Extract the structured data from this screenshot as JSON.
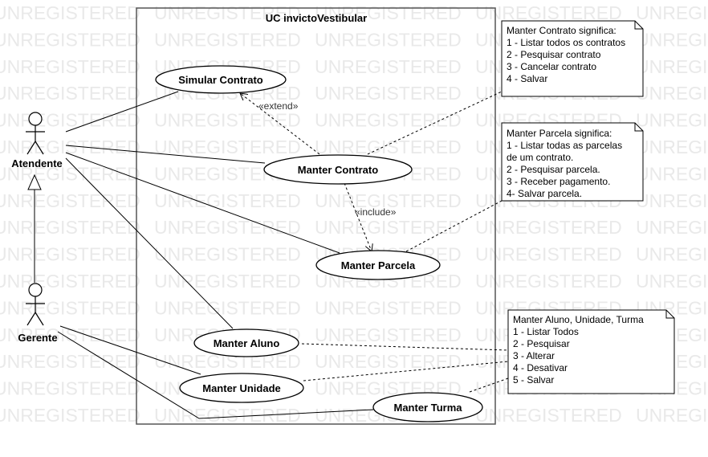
{
  "watermark": "UNREGISTERED",
  "system": {
    "title": "UC invictoVestibular"
  },
  "actors": {
    "atendente": "Atendente",
    "gerente": "Gerente"
  },
  "usecases": {
    "simular_contrato": "Simular Contrato",
    "manter_contrato": "Manter Contrato",
    "manter_parcela": "Manter Parcela",
    "manter_aluno": "Manter Aluno",
    "manter_unidade": "Manter Unidade",
    "manter_turma": "Manter Turma"
  },
  "relations": {
    "extend": "«extend»",
    "include": "«include»"
  },
  "notes": {
    "contrato": [
      "Manter Contrato significa:",
      "1 - Listar todos os contratos",
      "2 - Pesquisar contrato",
      "3 - Cancelar contrato",
      "4 - Salvar"
    ],
    "parcela": [
      "Manter Parcela significa:",
      "1 - Listar todas as parcelas",
      "de um contrato.",
      "2 - Pesquisar parcela.",
      "3 - Receber pagamento.",
      "4- Salvar parcela."
    ],
    "aluno": [
      "Manter Aluno, Unidade, Turma",
      "1 - Listar Todos",
      "2 - Pesquisar",
      "3 - Alterar",
      "4 - Desativar",
      "5 - Salvar"
    ]
  }
}
